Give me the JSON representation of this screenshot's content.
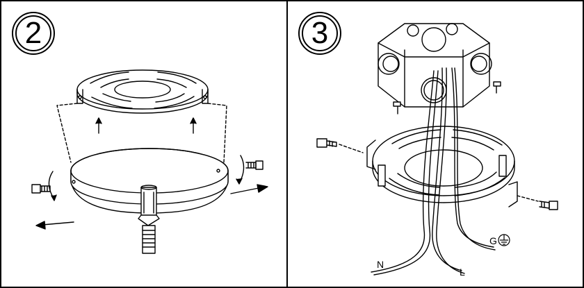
{
  "steps": [
    {
      "number": "2"
    },
    {
      "number": "3"
    }
  ],
  "wire_labels": {
    "neutral": "N",
    "live": "L",
    "ground": "G"
  },
  "icons": [
    "ground-symbol-icon",
    "screw-icon",
    "rotation-arrow-icon",
    "direction-arrow-icon"
  ]
}
